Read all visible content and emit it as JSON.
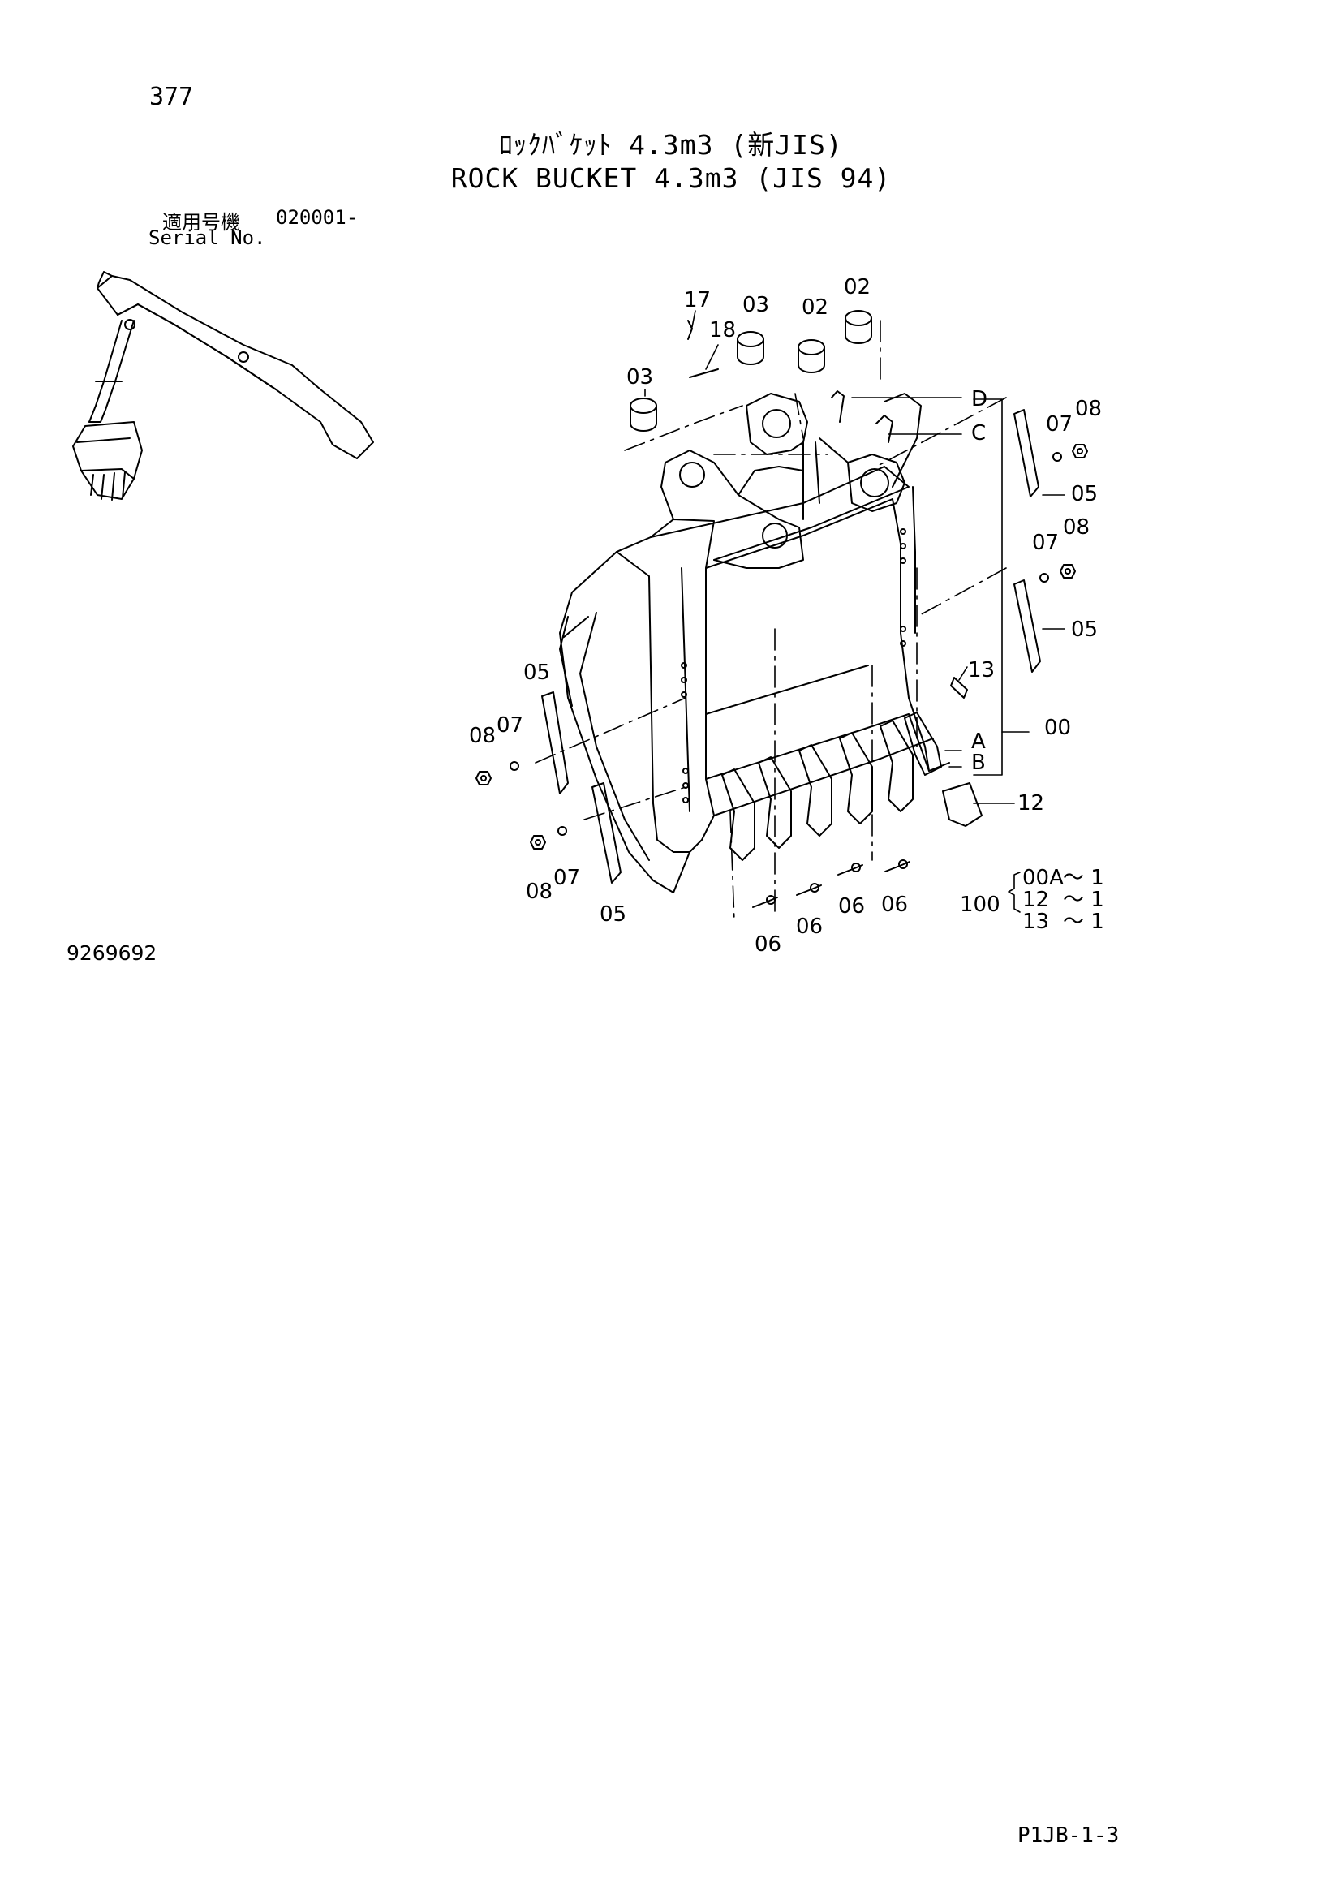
{
  "header": {
    "page_number": "377",
    "title_jp": "ﾛｯｸﾊﾞｹｯﾄ 4.3m3 (新JIS)",
    "title_en": "ROCK BUCKET 4.3m3 (JIS 94)",
    "serial_label_jp": "適用号機",
    "serial_value": "020001-",
    "serial_label_en": "Serial No."
  },
  "callouts": {
    "p00": "00",
    "p02": "02",
    "p03": "03",
    "p05": "05",
    "p06": "06",
    "p07": "07",
    "p08": "08",
    "p12": "12",
    "p13": "13",
    "p17": "17",
    "p18": "18",
    "ref_a": "A",
    "ref_b": "B",
    "ref_c": "C",
    "ref_d": "D"
  },
  "kit": {
    "number": "100",
    "items": [
      {
        "part": "00A",
        "qty": "～ 1"
      },
      {
        "part": "12",
        "qty": "～ 1"
      },
      {
        "part": "13",
        "qty": "～ 1"
      }
    ]
  },
  "footer": {
    "drawing_number": "9269692",
    "page_ref": "P1JB-1-3"
  }
}
